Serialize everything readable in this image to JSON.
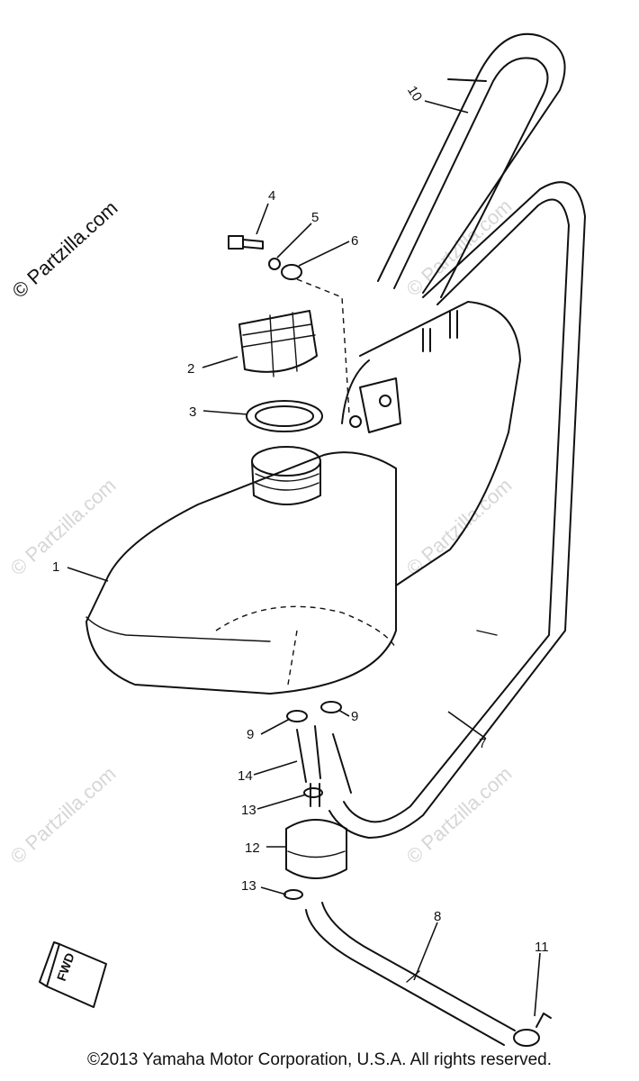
{
  "watermark": "© Partzilla.com",
  "copyright": "©2013 Yamaha Motor Corporation, U.S.A. All rights reserved.",
  "direction_label": "FWD",
  "callouts": [
    "1",
    "2",
    "3",
    "4",
    "5",
    "6",
    "7",
    "8",
    "9",
    "9",
    "10",
    "11",
    "12",
    "13",
    "13",
    "14"
  ]
}
